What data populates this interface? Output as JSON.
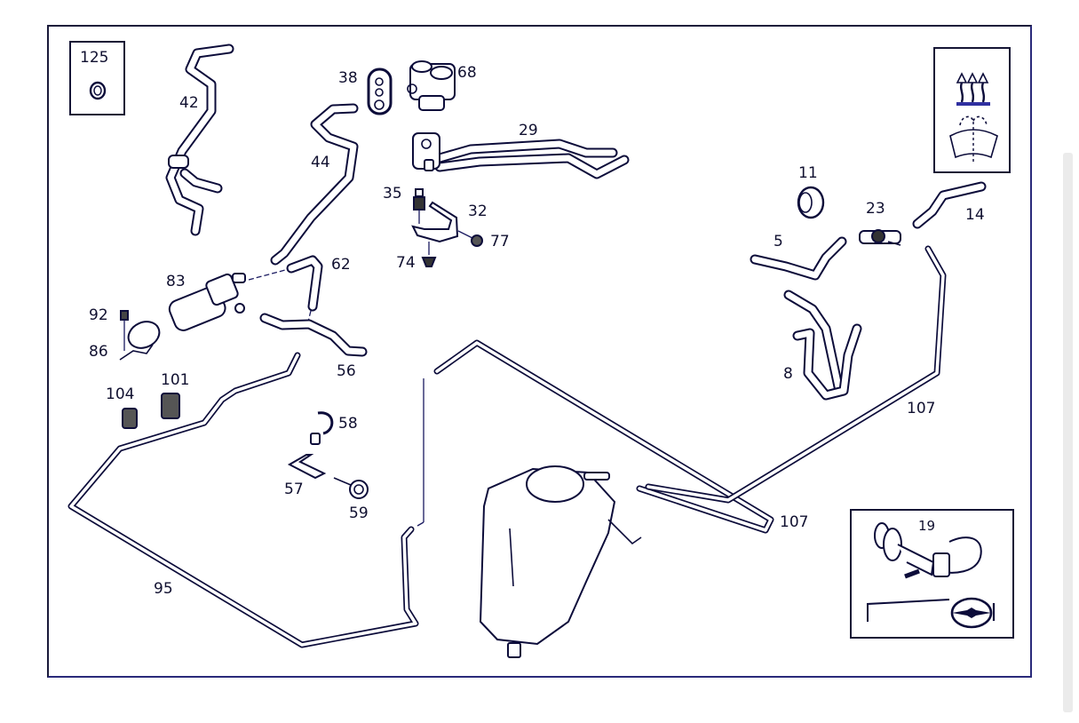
{
  "diagram": {
    "title": "Heater / Coolant Hoses and Windshield Washer Parts Diagram",
    "callouts": {
      "c125": "125",
      "c42": "42",
      "c38": "38",
      "c68": "68",
      "c44": "44",
      "c29": "29",
      "c35": "35",
      "c32": "32",
      "c77": "77",
      "c74": "74",
      "c62": "62",
      "c83": "83",
      "c92": "92",
      "c86": "86",
      "c56": "56",
      "c104": "104",
      "c101": "101",
      "c58": "58",
      "c57": "57",
      "c59": "59",
      "c95": "95",
      "c11": "11",
      "c23": "23",
      "c14": "14",
      "c5": "5",
      "c8": "8",
      "c107a": "107",
      "c107b": "107",
      "c19": "19"
    },
    "legend_icons": [
      "heater-defrost-icon",
      "windshield-washer-icon"
    ],
    "inset_icons": [
      "thermostat-housing-icon",
      "wiper-arm-icon"
    ]
  },
  "colors": {
    "line": "#0c0c3a",
    "frame": "#1a1a3a",
    "scrollbar": "#ebebeb",
    "background": "#ffffff"
  }
}
